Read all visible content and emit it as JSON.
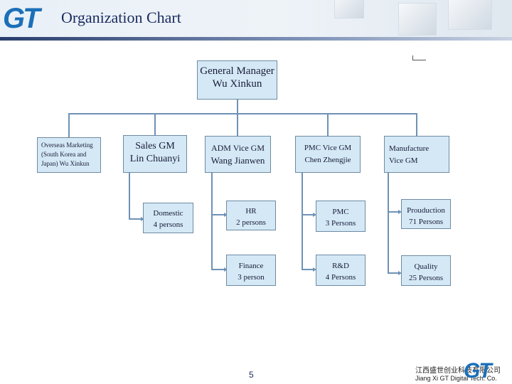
{
  "header": {
    "logo": "GT",
    "title": "Organization Chart"
  },
  "chart": {
    "gm": {
      "line1": "General Manager",
      "line2": "Wu Xinkun"
    },
    "overseas": {
      "line1": "Overseas Marketing",
      "line2": "(South Korea and",
      "line3": "Japan) Wu Xinkun"
    },
    "sales": {
      "line1": "Sales GM",
      "line2": "Lin Chuanyi"
    },
    "adm": {
      "line1": "ADM  Vice  GM",
      "line2": "Wang Jianwen"
    },
    "pmc_vice": {
      "line1": "PMC Vice GM",
      "line2": "Chen Zhengjie"
    },
    "manufacture": {
      "line1": "Manufacture",
      "line2": "Vice GM"
    },
    "domestic": {
      "line1": "Domestic",
      "line2": "4 persons"
    },
    "hr": {
      "line1": "HR",
      "line2": "2 persons"
    },
    "finance": {
      "line1": "Finance",
      "line2": "3 person"
    },
    "pmc": {
      "line1": "PMC",
      "line2": "3 Persons"
    },
    "rd": {
      "line1": "R&D",
      "line2": "4 Persons"
    },
    "production": {
      "line1": "Prouduction",
      "line2": "71 Persons"
    },
    "quality": {
      "line1": "Quality",
      "line2": "25 Persons"
    }
  },
  "footer": {
    "page_number": "5",
    "company_cn": "江西盛世创业科技有限公司",
    "company_en": "Jiang Xi GT Digital Tech. Co.",
    "logo": "GT"
  }
}
